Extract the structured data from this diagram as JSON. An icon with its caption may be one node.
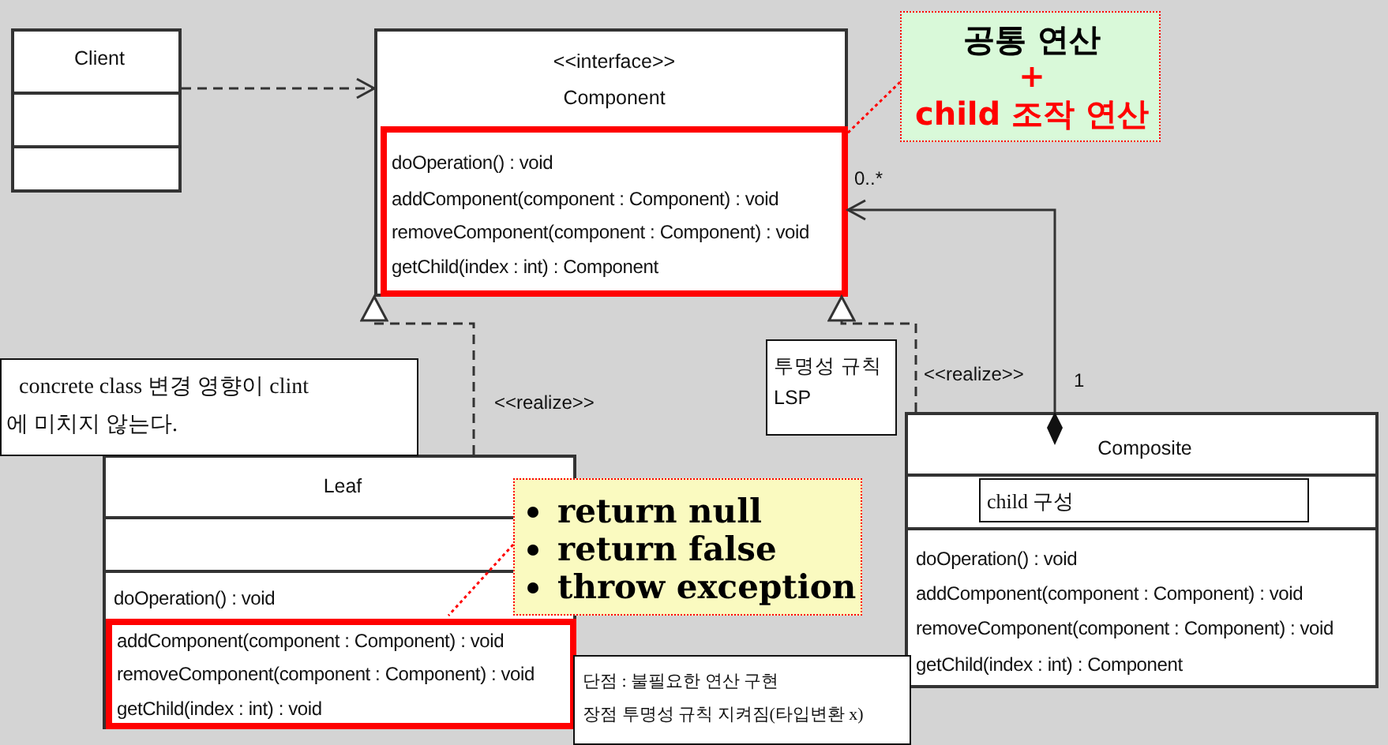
{
  "diagram": {
    "nodes": [
      {
        "text": [
          "Client"
        ]
      },
      {
        "text": [
          "<<interface>>",
          "Component"
        ]
      },
      {
        "text": [
          "doOperation() : void",
          "addComponent(component : Component) : void",
          "removeComponent(component : Component) : void",
          "getChild(index : int) : Component"
        ],
        "in": 1
      },
      {
        "text": [
          "공통 연산",
          "+",
          "child 조작 연산"
        ]
      },
      {
        "text": [
          "Leaf",
          "doOperation() : void"
        ]
      },
      {
        "text": [
          "addComponent(component : Component) : void",
          "removeComponent(component : Component) : void",
          "getChild(index : int) : void"
        ],
        "in": 4
      },
      {
        "text": [
          "return null",
          "return false",
          "throw exception"
        ]
      },
      {
        "text": [
          "Composite",
          "doOperation() : void",
          "addComponent(component : Component) : void",
          "removeComponent(component : Component) : void",
          "getChild(index : int) : Component"
        ]
      },
      {
        "text": [
          "child 구성"
        ],
        "in": 7
      },
      {
        "text": [
          "concrete class 변경 영향이 clint 에 미치지 않는다."
        ]
      },
      {
        "text": [
          "투명성 규칙 LSP"
        ]
      },
      {
        "text": [
          "단점 : 불필요한 연산 구현",
          "장점 투명성 규칙 지켜짐(타입변환 x)"
        ]
      }
    ],
    "edges": [
      {
        "from": 0,
        "to": 1,
        "arrow": "to",
        "style": "dashed"
      },
      {
        "from": 4,
        "to": 1,
        "arrow": "to",
        "style": "dashed",
        "label": "<<realize>>"
      },
      {
        "from": 7,
        "to": 1,
        "arrow": "to",
        "style": "dashed",
        "label": "<<realize>>"
      },
      {
        "from": 7,
        "to": 1,
        "arrow": "to"
      },
      {
        "from": 3,
        "to": 2,
        "arrow": "none",
        "style": "dashed",
        "color": "#ff0000"
      },
      {
        "from": 6,
        "to": 5,
        "arrow": "none",
        "style": "dashed",
        "color": "#ff0000"
      }
    ],
    "labels": [
      "0..*",
      "1"
    ]
  }
}
